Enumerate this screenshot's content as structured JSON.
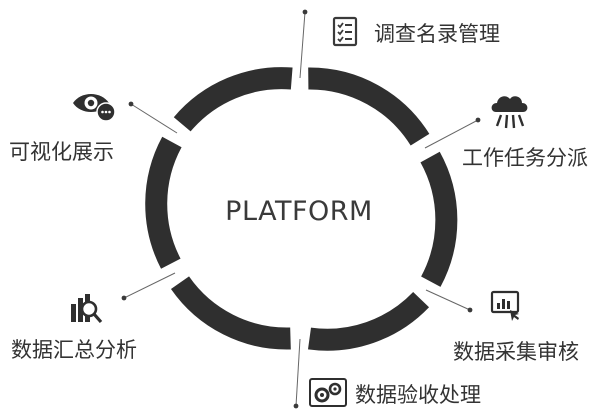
{
  "center": {
    "label": "PLATFORM"
  },
  "nodes": [
    {
      "label": "调查名录管理",
      "icon": "checklist-document-icon"
    },
    {
      "label": "工作任务分派",
      "icon": "cloud-distribution-icon"
    },
    {
      "label": "数据采集审核",
      "icon": "chart-review-icon"
    },
    {
      "label": "数据验收处理",
      "icon": "gears-processing-icon"
    },
    {
      "label": "数据汇总分析",
      "icon": "magnifier-chart-icon"
    },
    {
      "label": "可视化展示",
      "icon": "eye-display-icon"
    }
  ],
  "colors": {
    "ring": "#2f2f2f",
    "text": "#333333",
    "line": "#666666"
  }
}
